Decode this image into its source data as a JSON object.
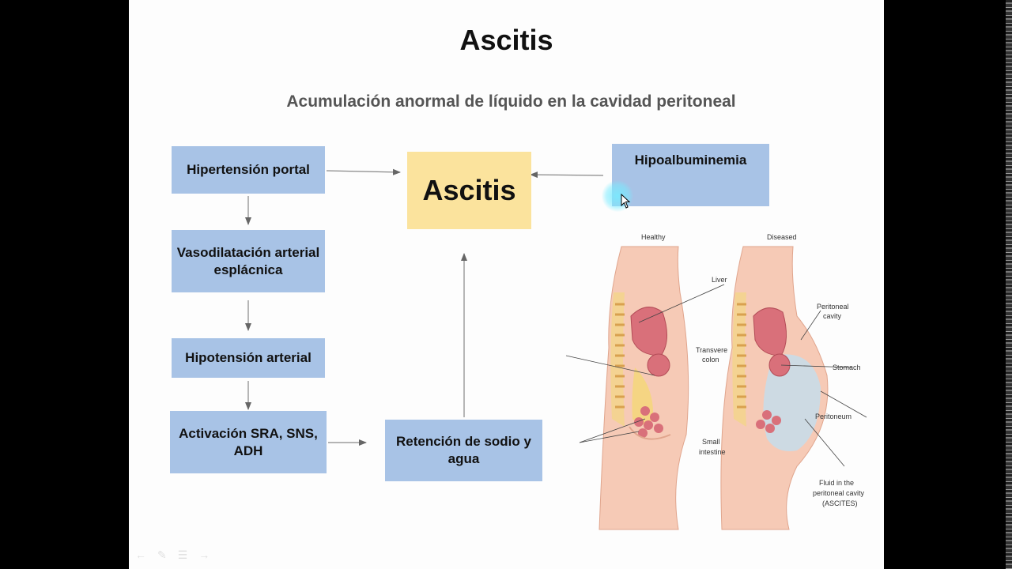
{
  "slide": {
    "title": "Ascitis",
    "subtitle": "Acumulación anormal de líquido en la cavidad peritoneal"
  },
  "diagram": {
    "center": "Ascitis",
    "boxes": {
      "portal": "Hipertensión portal",
      "vaso": "Vasodilatación arterial esplácnica",
      "hipot": "Hipotensión arterial",
      "sra": "Activación SRA, SNS, ADH",
      "reten": "Retención de sodio y agua",
      "hipoalb": "Hipoalbuminemia"
    }
  },
  "illustration": {
    "healthy": "Healthy",
    "diseased": "Diseased",
    "labels": {
      "liver": "Liver",
      "peritoneal_cavity_1": "Peritoneal",
      "peritoneal_cavity_2": "cavity",
      "transverse_1": "Transvere",
      "transverse_2": "colon",
      "stomach": "Stomach",
      "peritoneum": "Peritoneum",
      "small_1": "Small",
      "small_2": "intestine",
      "fluid_1": "Fluid in the",
      "fluid_2": "peritoneal cavity",
      "fluid_3": "(ASCITES)"
    }
  },
  "colors": {
    "box_blue": "#a8c3e6",
    "box_yellow": "#fbe39d",
    "arrow": "#666666"
  }
}
